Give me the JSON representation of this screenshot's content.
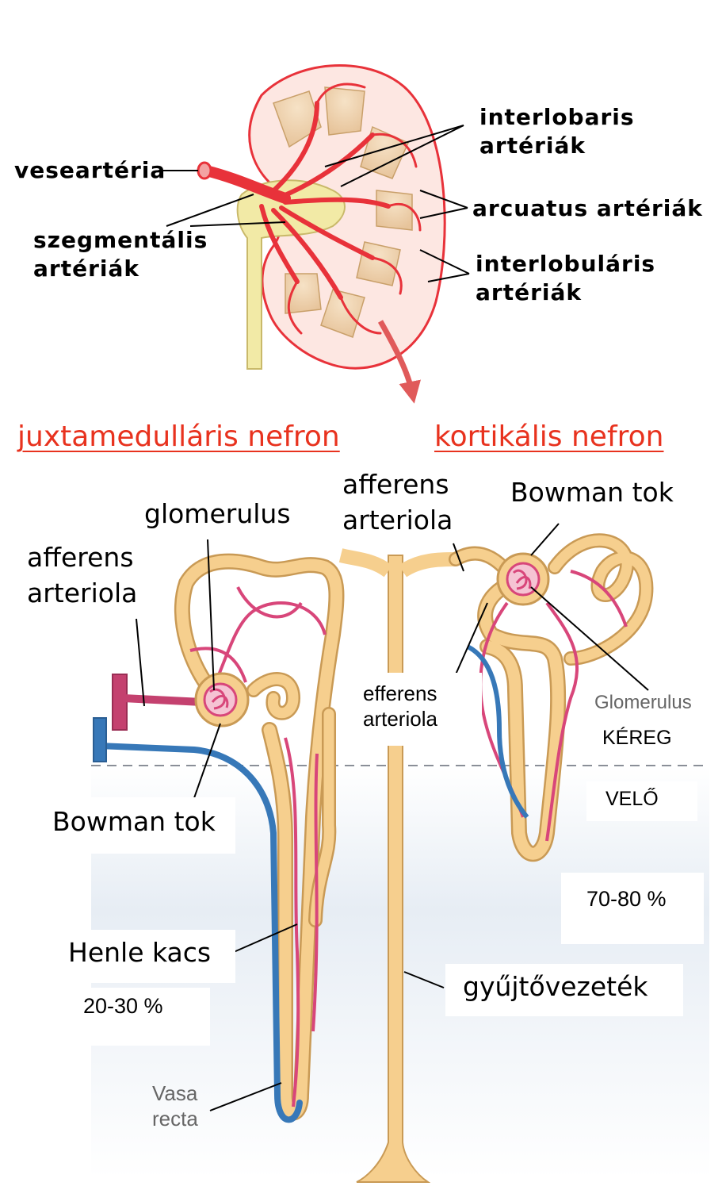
{
  "kidney_labels": {
    "vesearteria": "veseartéria",
    "szegmentalis": [
      "szegmentális",
      "artériák"
    ],
    "interlobaris": [
      "interlobaris",
      "artériák"
    ],
    "arcuatus": "arcuatus artériák",
    "interlobularis": [
      "interlobuláris",
      "artériák"
    ]
  },
  "titles": {
    "juxtamedullaris": "juxtamedulláris nefron",
    "kortikalis": "kortikális nefron"
  },
  "nephron_labels": {
    "afferens_left": [
      "afferens",
      "arteriola"
    ],
    "glomerulus_left": "glomerulus",
    "bowman_left": "Bowman tok",
    "henle": "Henle kacs",
    "pct_juxta": "20-30 %",
    "afferens_mid": [
      "afferens",
      "arteriola"
    ],
    "efferens": [
      "efferens",
      "arteriola"
    ],
    "bowman_right": "Bowman tok",
    "glomerulus_right": "Glomerulus",
    "kereg": "KÉREG",
    "velo": "VELŐ",
    "pct_cortical": "70-80 %",
    "gyujtovezetek": "gyűjtővezeték",
    "vasa_recta": [
      "Vasa",
      "recta"
    ]
  },
  "colors": {
    "artery": "#e8323a",
    "kidney_fill": "#fde7e2",
    "pelvis": "#f2eaa6",
    "tubule": "#f6cf8e",
    "tubule_edge": "#c99a55",
    "capillary": "#d8467a",
    "vein": "#3778b8",
    "title_red": "#e8321e",
    "medulla_shade": "#dde6f0"
  }
}
